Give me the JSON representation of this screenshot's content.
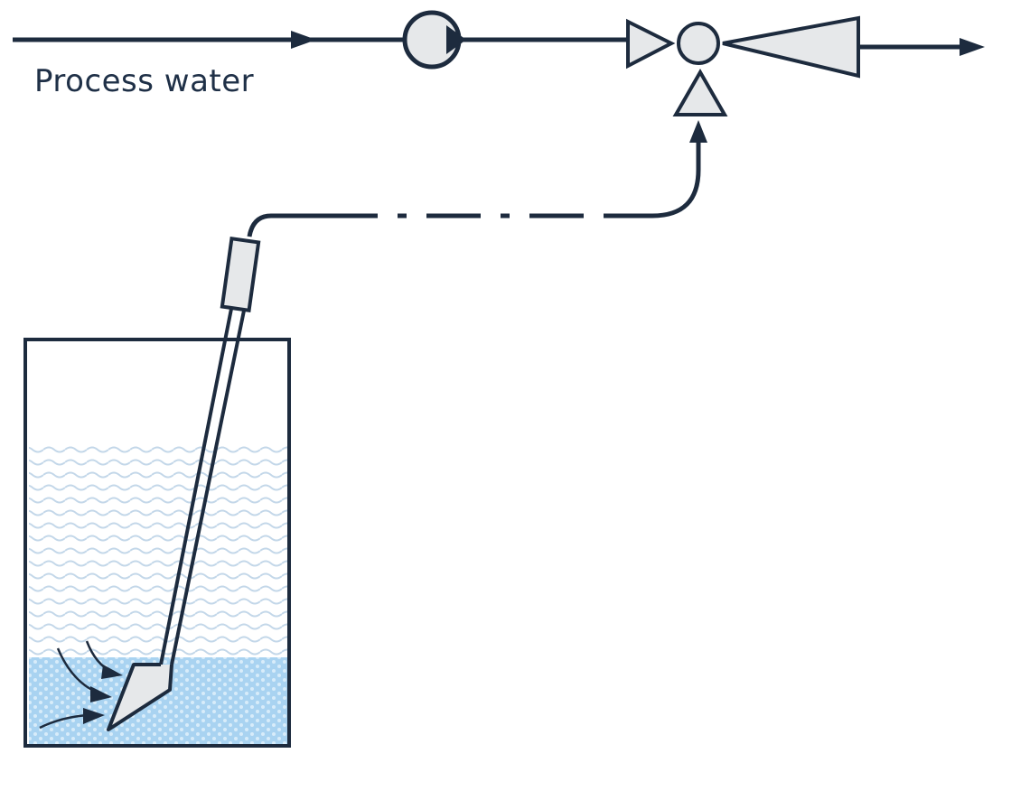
{
  "diagram": {
    "process_water_label": "Process water",
    "colors": {
      "line": "#1d2b3e",
      "symbol_fill": "#e6e8ea",
      "water_light": "#c7dcef",
      "water_dense": "#a9d3f1",
      "water_dots": "#ffffff"
    },
    "components": [
      "process-water-inlet-line",
      "pump-symbol",
      "ejector-nozzle",
      "ejector-mixing-chamber",
      "ejector-suction-inlet",
      "ejector-diffuser",
      "outlet-line",
      "suction-hose",
      "suction-lance",
      "sludge-tank"
    ]
  }
}
